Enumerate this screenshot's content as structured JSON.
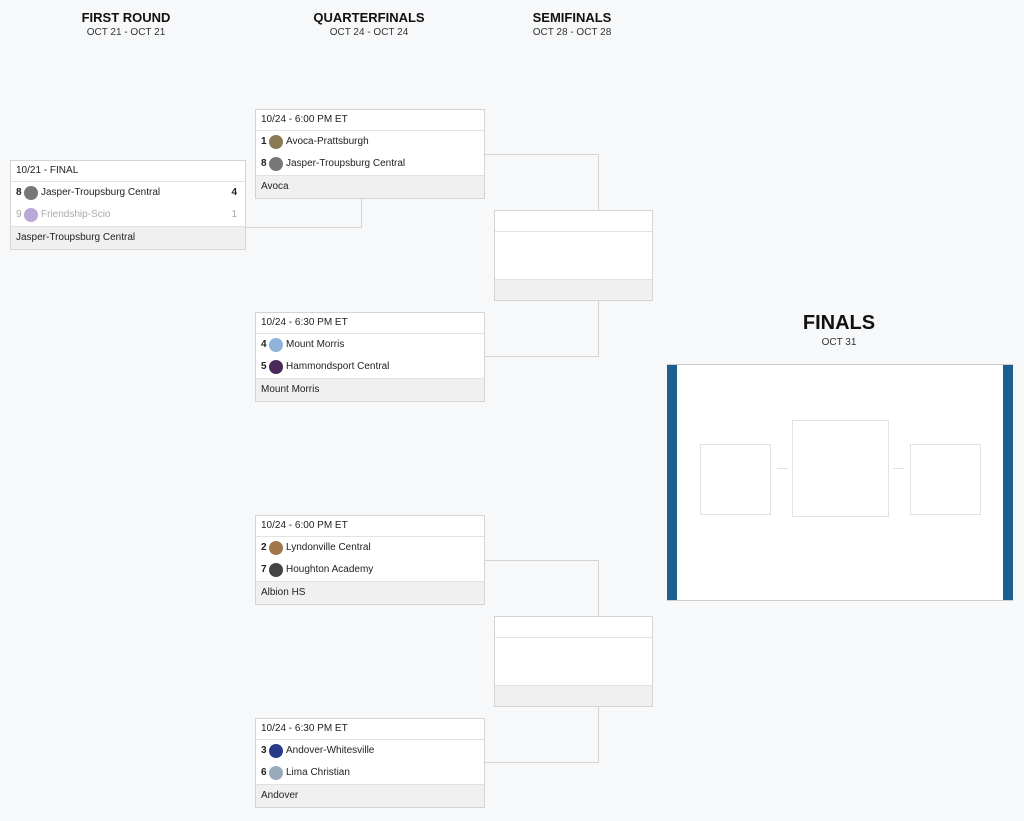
{
  "rounds": [
    {
      "title": "FIRST ROUND",
      "dates": "OCT 21 - OCT 21"
    },
    {
      "title": "QUARTERFINALS",
      "dates": "OCT 24 - OCT 24"
    },
    {
      "title": "SEMIFINALS",
      "dates": "OCT 28 - OCT 28"
    }
  ],
  "finals": {
    "title": "FINALS",
    "date": "OCT 31"
  },
  "first_round": [
    {
      "header": "10/21 - FINAL",
      "teams": [
        {
          "seed": "8",
          "name": "Jasper-Troupsburg Central",
          "score": "4",
          "color": "#777"
        },
        {
          "seed": "9",
          "name": "Friendship-Scio",
          "score": "1",
          "color": "#b9a8d8"
        }
      ],
      "footer": "Jasper-Troupsburg Central"
    }
  ],
  "quarterfinals": [
    {
      "header": "10/24 - 6:00 PM ET",
      "teams": [
        {
          "seed": "1",
          "name": "Avoca-Prattsburgh",
          "color": "#8a7a55"
        },
        {
          "seed": "8",
          "name": "Jasper-Troupsburg Central",
          "color": "#777"
        }
      ],
      "footer": "Avoca"
    },
    {
      "header": "10/24 - 6:30 PM ET",
      "teams": [
        {
          "seed": "4",
          "name": "Mount Morris",
          "color": "#8fb3d9"
        },
        {
          "seed": "5",
          "name": "Hammondsport Central",
          "color": "#4a2a5a"
        }
      ],
      "footer": "Mount Morris"
    },
    {
      "header": "10/24 - 6:00 PM ET",
      "teams": [
        {
          "seed": "2",
          "name": "Lyndonville Central",
          "color": "#a0784a"
        },
        {
          "seed": "7",
          "name": "Houghton Academy",
          "color": "#444"
        }
      ],
      "footer": "Albion HS"
    },
    {
      "header": "10/24 - 6:30 PM ET",
      "teams": [
        {
          "seed": "3",
          "name": "Andover-Whitesville",
          "color": "#2a3a8a"
        },
        {
          "seed": "6",
          "name": "Lima Christian",
          "color": "#9ab"
        }
      ],
      "footer": "Andover"
    }
  ],
  "colors": {
    "accent": "#1a5f8e"
  }
}
